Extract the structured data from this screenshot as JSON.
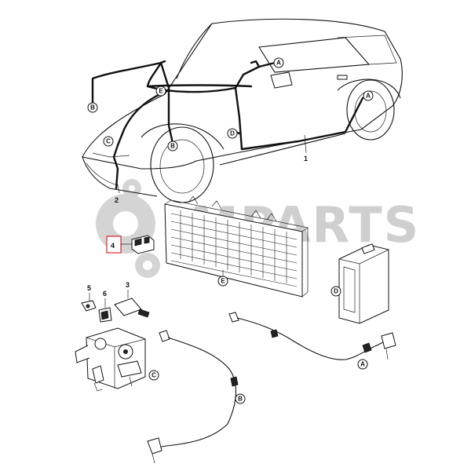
{
  "watermark": {
    "text": "MPARTS"
  },
  "part_numbers": {
    "p1": "1",
    "p2": "2",
    "p3": "3",
    "p4": "4",
    "p5": "5",
    "p6": "6"
  },
  "connectors": {
    "a_top": "A",
    "e_top": "E",
    "b_left": "B",
    "b_front": "B",
    "c_front": "C",
    "d_door": "D",
    "a_rear": "A",
    "e_box": "E",
    "d_module": "D",
    "c_pump": "C",
    "a_sensor": "A",
    "b_sensor": "B"
  },
  "colors": {
    "line": "#111111",
    "watermark": "#cfcfcf",
    "highlight": "#d9262b"
  }
}
